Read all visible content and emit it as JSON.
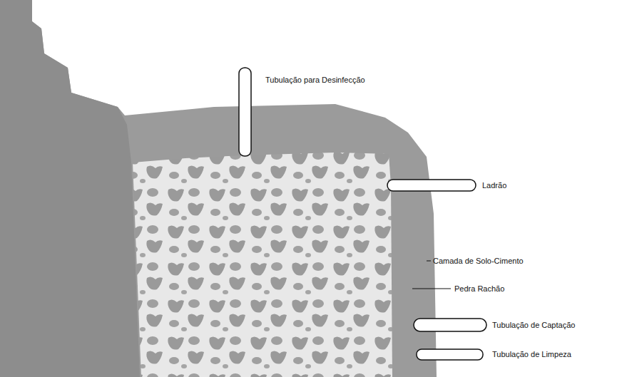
{
  "diagram": {
    "labels": [
      "Tubulação para Desinfecção",
      "Ladrão",
      "Camada de Solo-Cimento",
      "Pedra Rachão",
      "Tubulação de Captação",
      "Tubulação de Limpeza"
    ]
  }
}
